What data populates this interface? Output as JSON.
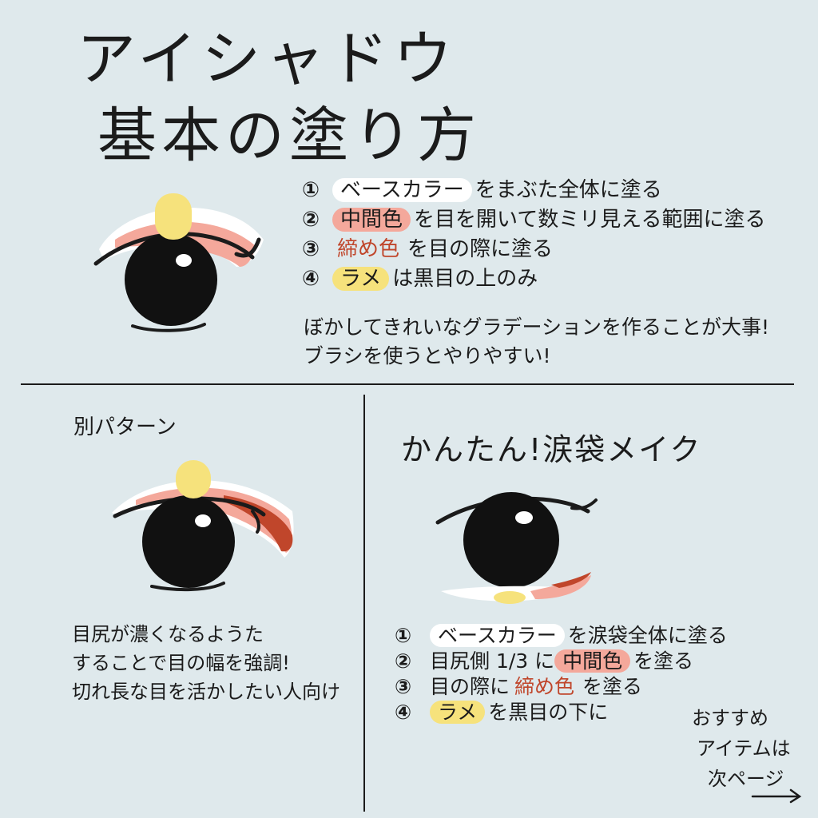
{
  "title": {
    "line1": "アイシャドウ",
    "line2": "基本の塗り方"
  },
  "main_steps": [
    {
      "num": "①",
      "highlight": "ベースカラー",
      "rest": "をまぶた全体に塗る"
    },
    {
      "num": "②",
      "highlight": "中間色",
      "rest": "を目を開いて数ミリ見える範囲に塗る"
    },
    {
      "num": "③",
      "highlight": "締め色",
      "rest": "を目の際に塗る"
    },
    {
      "num": "④",
      "highlight": "ラメ",
      "rest": "は黒目の上のみ"
    }
  ],
  "main_note": {
    "line1": "ぼかしてきれいなグラデーションを作ることが大事!",
    "line2": "ブラシを使うとやりやすい!"
  },
  "alt_pattern": {
    "heading": "別パターン",
    "desc_line1": "目尻が濃くなるようた",
    "desc_line2": "することで目の幅を強調!",
    "desc_line3": "切れ長な目を活かしたい人向け"
  },
  "tear_bag": {
    "heading": "かんたん!涙袋メイク",
    "steps": [
      {
        "num": "①",
        "highlight": "ベースカラー",
        "rest": "を涙袋全体に塗る"
      },
      {
        "num": "②",
        "prefix": "目尻側 1/3 に",
        "highlight": "中間色",
        "rest": "を塗る"
      },
      {
        "num": "③",
        "prefix": "目の際に",
        "highlight": "締め色",
        "rest": "を塗る"
      },
      {
        "num": "④",
        "highlight": "ラメ",
        "rest": "を黒目の下に"
      }
    ]
  },
  "recommend": {
    "line1": "おすすめ",
    "line2": "アイテムは",
    "line3": "次ページ"
  },
  "colors": {
    "background": "#dfe9ec",
    "base": "#ffffff",
    "mid": "#f4a89b",
    "dark": "#c0462b",
    "glitter": "#f6e27c",
    "ink": "#1b1b1b"
  }
}
